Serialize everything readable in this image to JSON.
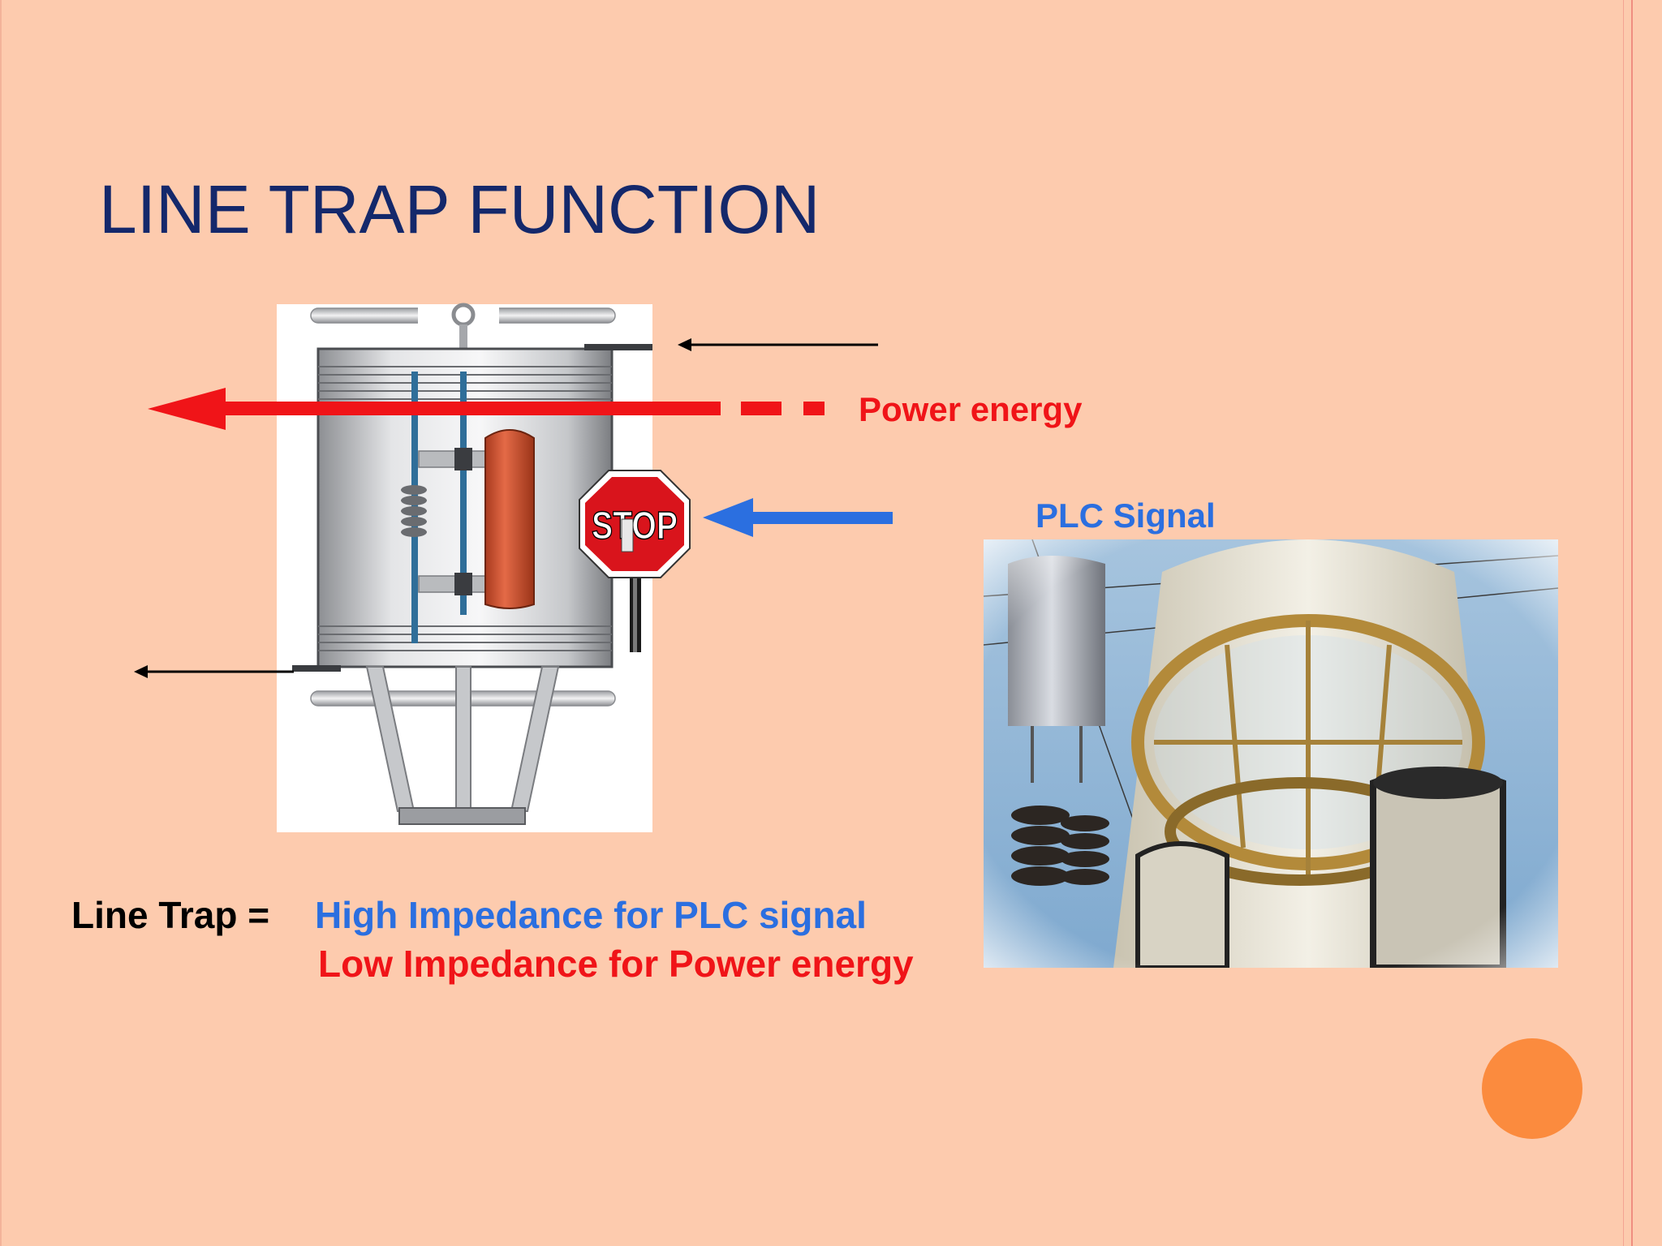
{
  "slide": {
    "title": "LINE TRAP FUNCTION",
    "power_label": "Power energy",
    "plc_label": "PLC Signal",
    "stop_sign_text": "STOP",
    "equation_lhs": "Line Trap =",
    "high_impedance": "High Impedance for PLC signal",
    "low_impedance": "Low Impedance for Power energy"
  },
  "colors": {
    "background": "#FDCBAE",
    "title": "#14286B",
    "power": "#F01418",
    "plc": "#2B6FE0",
    "accent_circle": "#FB8B3E",
    "border_stripe": "#F08E80"
  }
}
